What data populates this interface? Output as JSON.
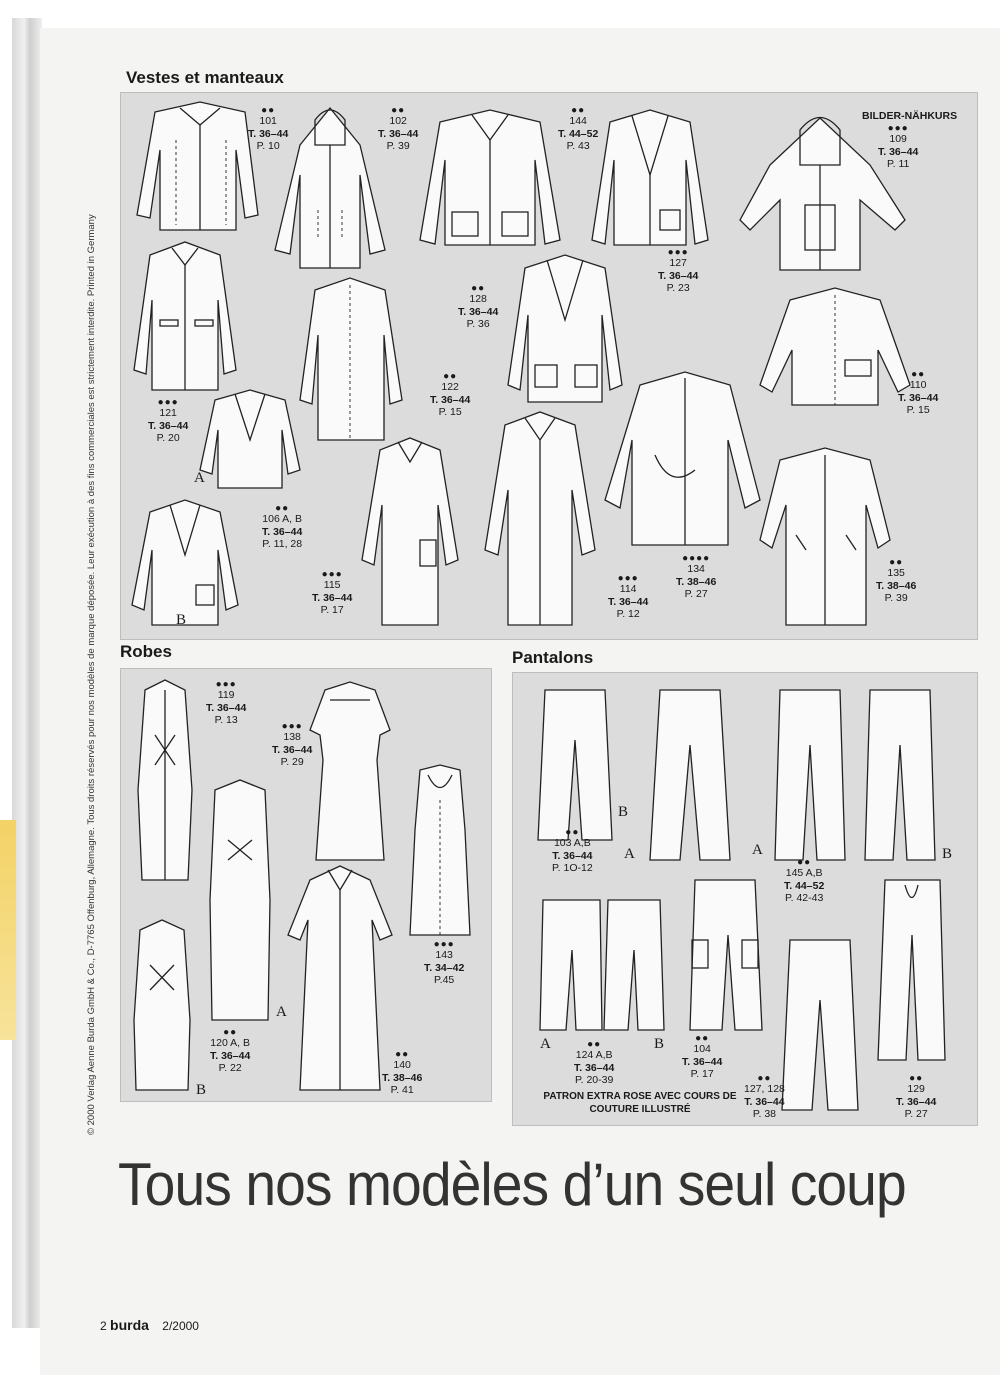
{
  "sections": {
    "vestes": "Vestes et manteaux",
    "robes": "Robes",
    "pantalons": "Pantalons"
  },
  "bilder_label": "BILDER-NÄHKURS",
  "credit": "© 2000 Verlag Aenne Burda GmbH & Co., D-7765 Offenburg, Allemagne. Tous droits réservés pour nos modèles de marque déposée. Leur exécution à des fins commerciales est strictement interdite. Printed in Germany",
  "models": [
    {
      "id": "m101",
      "dots": "●●",
      "num": "101",
      "size": "T. 36–44",
      "page": "P. 10"
    },
    {
      "id": "m102",
      "dots": "●●",
      "num": "102",
      "size": "T. 36–44",
      "page": "P. 39"
    },
    {
      "id": "m144",
      "dots": "●●",
      "num": "144",
      "size": "T. 44–52",
      "page": "P. 43"
    },
    {
      "id": "m109",
      "dots": "●●●",
      "num": "109",
      "size": "T. 36–44",
      "page": "P. 11"
    },
    {
      "id": "m127",
      "dots": "●●●",
      "num": "127",
      "size": "T. 36–44",
      "page": "P. 23"
    },
    {
      "id": "m128",
      "dots": "●●",
      "num": "128",
      "size": "T. 36–44",
      "page": "P. 36"
    },
    {
      "id": "m121",
      "dots": "●●●",
      "num": "121",
      "size": "T. 36–44",
      "page": "P. 20"
    },
    {
      "id": "m122",
      "dots": "●●",
      "num": "122",
      "size": "T. 36–44",
      "page": "P. 15"
    },
    {
      "id": "m110",
      "dots": "●●",
      "num": "110",
      "size": "T. 36–44",
      "page": "P. 15"
    },
    {
      "id": "m106",
      "dots": "●●",
      "num": "106 A, B",
      "size": "T. 36–44",
      "page": "P. 11, 28"
    },
    {
      "id": "m115",
      "dots": "●●●",
      "num": "115",
      "size": "T. 36–44",
      "page": "P. 17"
    },
    {
      "id": "m114",
      "dots": "●●●",
      "num": "114",
      "size": "T. 36–44",
      "page": "P. 12"
    },
    {
      "id": "m134",
      "dots": "●●●●",
      "num": "134",
      "size": "T. 38–46",
      "page": "P. 27"
    },
    {
      "id": "m135",
      "dots": "●●",
      "num": "135",
      "size": "T. 38–46",
      "page": "P. 39"
    },
    {
      "id": "m119",
      "dots": "●●●",
      "num": "119",
      "size": "T. 36–44",
      "page": "P. 13"
    },
    {
      "id": "m138",
      "dots": "●●●",
      "num": "138",
      "size": "T. 36–44",
      "page": "P. 29"
    },
    {
      "id": "m143",
      "dots": "●●●",
      "num": "143",
      "size": "T. 34–42",
      "page": "P.45"
    },
    {
      "id": "m120",
      "dots": "●●",
      "num": "120 A, B",
      "size": "T. 36–44",
      "page": "P. 22"
    },
    {
      "id": "m140",
      "dots": "●●",
      "num": "140",
      "size": "T. 38–46",
      "page": "P. 41"
    },
    {
      "id": "m103",
      "dots": "●●",
      "num": "103 A,B",
      "size": "T. 36–44",
      "page": "P. 1O-12"
    },
    {
      "id": "m145",
      "dots": "●●",
      "num": "145 A,B",
      "size": "T. 44–52",
      "page": "P. 42-43"
    },
    {
      "id": "m124",
      "dots": "●●",
      "num": "124 A,B",
      "size": "T. 36–44",
      "page": "P. 20-39"
    },
    {
      "id": "m104",
      "dots": "●●",
      "num": "104",
      "size": "T. 36–44",
      "page": "P. 17"
    },
    {
      "id": "m127b",
      "dots": "●●",
      "num": "127, 128",
      "size": "T. 36–44",
      "page": "P. 38"
    },
    {
      "id": "m129",
      "dots": "●●",
      "num": "129",
      "size": "T. 36–44",
      "page": "P. 27"
    }
  ],
  "letters": {
    "a": "A",
    "b": "B"
  },
  "note": "PATRON EXTRA ROSE AVEC COURS DE COUTURE ILLUSTRÉ",
  "headline": "Tous nos modèles d’un seul coup",
  "footer": {
    "num": "2",
    "brand": "burda",
    "issue": "2/2000"
  }
}
